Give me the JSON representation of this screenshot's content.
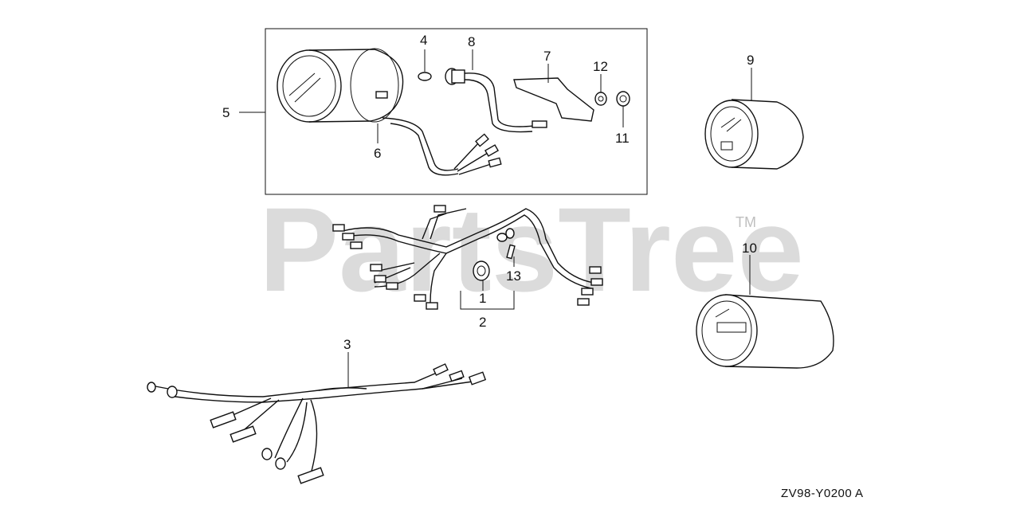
{
  "diagram": {
    "callouts": {
      "c1": "1",
      "c2": "2",
      "c3": "3",
      "c4": "4",
      "c5": "5",
      "c6": "6",
      "c7": "7",
      "c8": "8",
      "c9": "9",
      "c10": "10",
      "c11": "11",
      "c12": "12",
      "c13": "13"
    },
    "drawing_code": "ZV98-Y0200 A",
    "watermark": {
      "text": "PartsTree",
      "trademark": "TM"
    }
  }
}
